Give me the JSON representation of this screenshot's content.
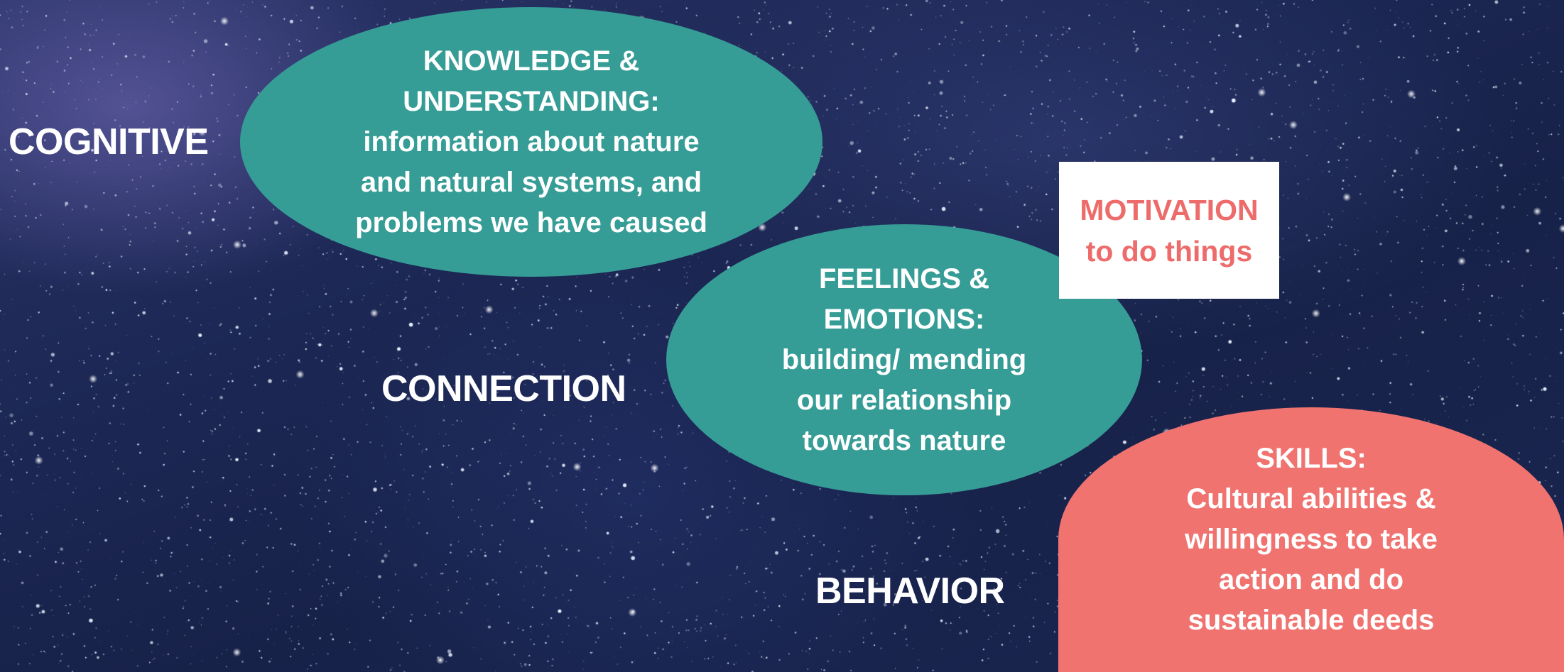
{
  "labels": {
    "cognitive": "COGNITIVE",
    "connection": "CONNECTION",
    "behavior": "BEHAVIOR"
  },
  "knowledge": {
    "lines": [
      "KNOWLEDGE &",
      "UNDERSTANDING:",
      "information about nature",
      "and natural systems, and",
      "problems we have caused"
    ]
  },
  "feelings": {
    "lines": [
      "FEELINGS &",
      "EMOTIONS:",
      "building/ mending",
      "our relationship",
      "towards nature"
    ]
  },
  "skills": {
    "lines": [
      "SKILLS:",
      "Cultural abilities &",
      "willingness to take",
      "action and do",
      "sustainable deeds"
    ]
  },
  "motivation": {
    "lines": [
      "MOTIVATION",
      "to do things"
    ]
  },
  "colors": {
    "teal": "#369c96",
    "coral": "#f07370",
    "motivation_text": "#ee6b6b",
    "background": "#1c2754"
  }
}
